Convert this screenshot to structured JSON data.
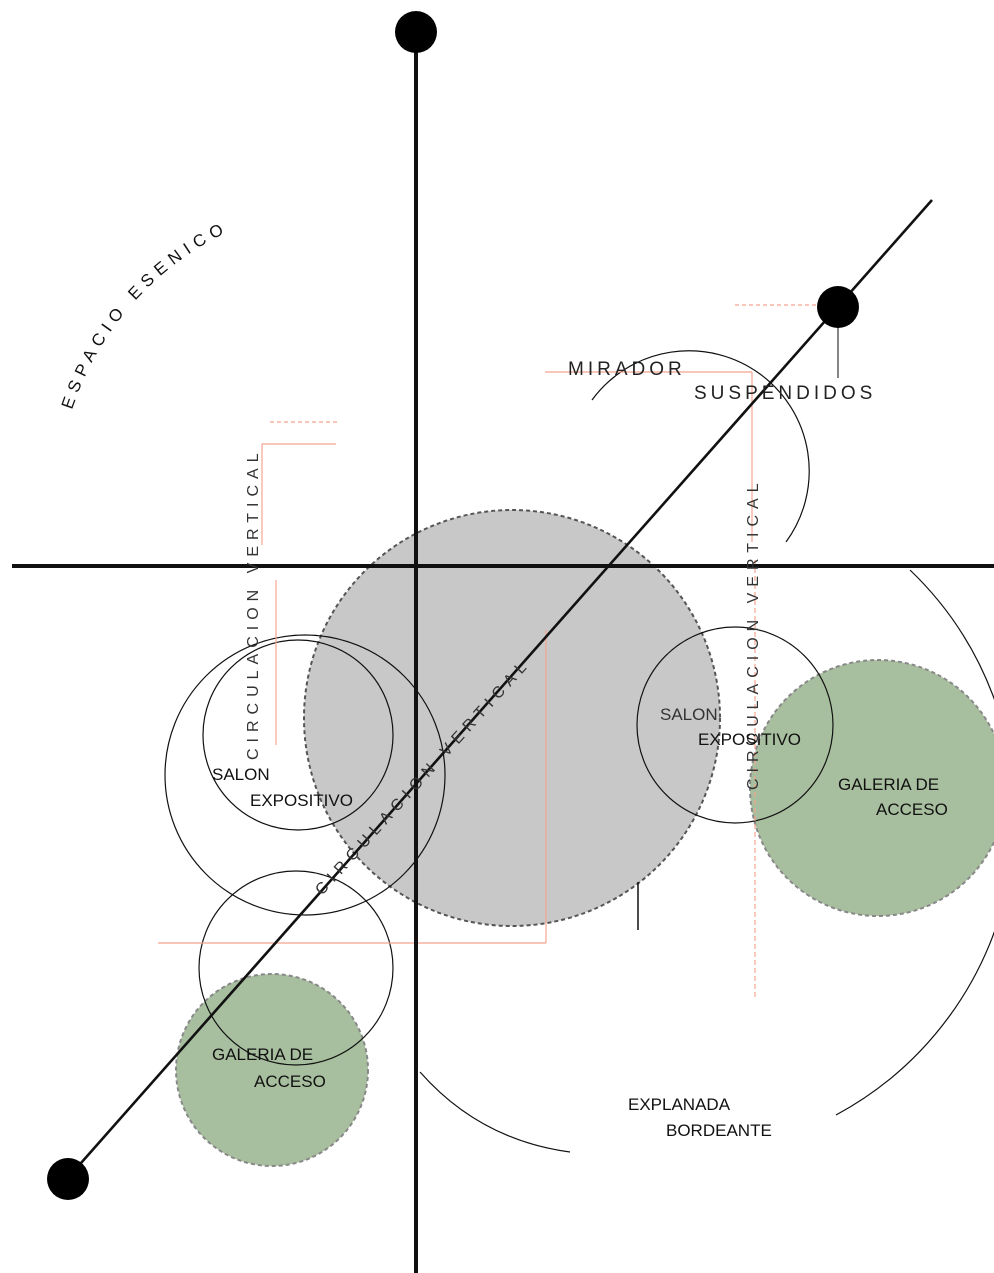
{
  "diagram": {
    "labels": {
      "espacio_esenico": "ESPACIO ESENICO",
      "mirador": "MIRADOR",
      "suspendidos": "SUSPENDIDOS",
      "circ_vertical_left": "CIRCULACION VERTICAL",
      "circ_vertical_diagonal": "CIRCULACION VERTICAL",
      "circ_vertical_right": "CIRCULACION VERTICAL",
      "salon_left_1": "SALON",
      "salon_left_2": "EXPOSITIVO",
      "salon_right_1": "SALON",
      "salon_right_2": "EXPOSITIVO",
      "galeria_right_1": "GALERIA DE",
      "galeria_right_2": "ACCESO",
      "galeria_left_1": "GALERIA DE",
      "galeria_left_2": "ACCESO",
      "explanada_1": "EXPLANADA",
      "explanada_2": "BORDEANTE"
    },
    "colors": {
      "ink": "#111111",
      "gray_zone": "#c8c8c8",
      "green_zone": "#a8bf9f",
      "guide_lines": "#f2a58f"
    }
  }
}
